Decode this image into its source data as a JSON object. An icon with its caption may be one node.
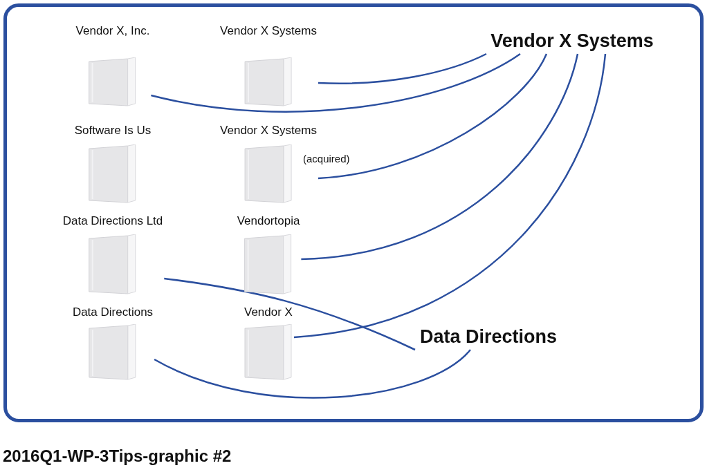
{
  "diagram": {
    "caption": "2016Q1-WP-3Tips-graphic #2",
    "nodes": [
      {
        "text": [
          "Vendor X, Inc."
        ]
      },
      {
        "text": [
          "Vendor X Systems"
        ]
      },
      {
        "text": [
          "Software Is Us"
        ]
      },
      {
        "text": [
          "Vendor X Systems"
        ],
        "beside": [
          "(acquired)"
        ]
      },
      {
        "text": [
          "Data Directions Ltd"
        ]
      },
      {
        "text": [
          "Vendortopia"
        ]
      },
      {
        "text": [
          "Data Directions"
        ]
      },
      {
        "text": [
          "Vendor X"
        ]
      },
      {
        "text": [
          "Vendor X Systems"
        ]
      },
      {
        "text": [
          "Data Directions"
        ]
      }
    ],
    "edges": [
      {
        "from": 0,
        "to": 8,
        "arrow": "none"
      },
      {
        "from": 1,
        "to": 8,
        "arrow": "none"
      },
      {
        "from": 3,
        "to": 8,
        "arrow": "none"
      },
      {
        "from": 5,
        "to": 8,
        "arrow": "none"
      },
      {
        "from": 7,
        "to": 8,
        "arrow": "none"
      },
      {
        "from": 4,
        "to": 9,
        "arrow": "none"
      },
      {
        "from": 6,
        "to": 9,
        "arrow": "none"
      }
    ]
  }
}
